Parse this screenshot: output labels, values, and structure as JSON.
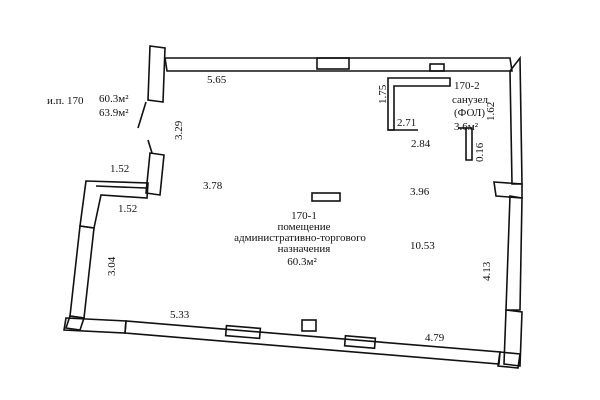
{
  "colors": {
    "line": "#111111",
    "background": "#ffffff"
  },
  "header": {
    "label": "и.п. 170",
    "area_1": "60.3м²",
    "area_2": "63.9м²"
  },
  "rooms": {
    "main": {
      "number": "170-1",
      "name_line1": "помещение",
      "name_line2": "административно-торгового",
      "name_line3": "назначения",
      "area": "60.3м²"
    },
    "wc": {
      "number": "170-2",
      "name_line1": "санузел",
      "name_line2": "(ФОЛ)",
      "area": "3.6м²"
    }
  },
  "dimensions": {
    "top": "5.65",
    "left_upper": "3.29",
    "step_top": "1.52",
    "step_bottom": "1.52",
    "left_lower": "3.04",
    "inner_left": "3.78",
    "inner_right": "3.96",
    "inner_long": "10.53",
    "bottom_left": "5.33",
    "bottom_right": "4.79",
    "right_lower": "4.13",
    "wc_height_left": "1.75",
    "wc_width_a": "2.71",
    "wc_width_b": "2.84",
    "wc_right": "1.62",
    "wc_small": "0.16"
  }
}
